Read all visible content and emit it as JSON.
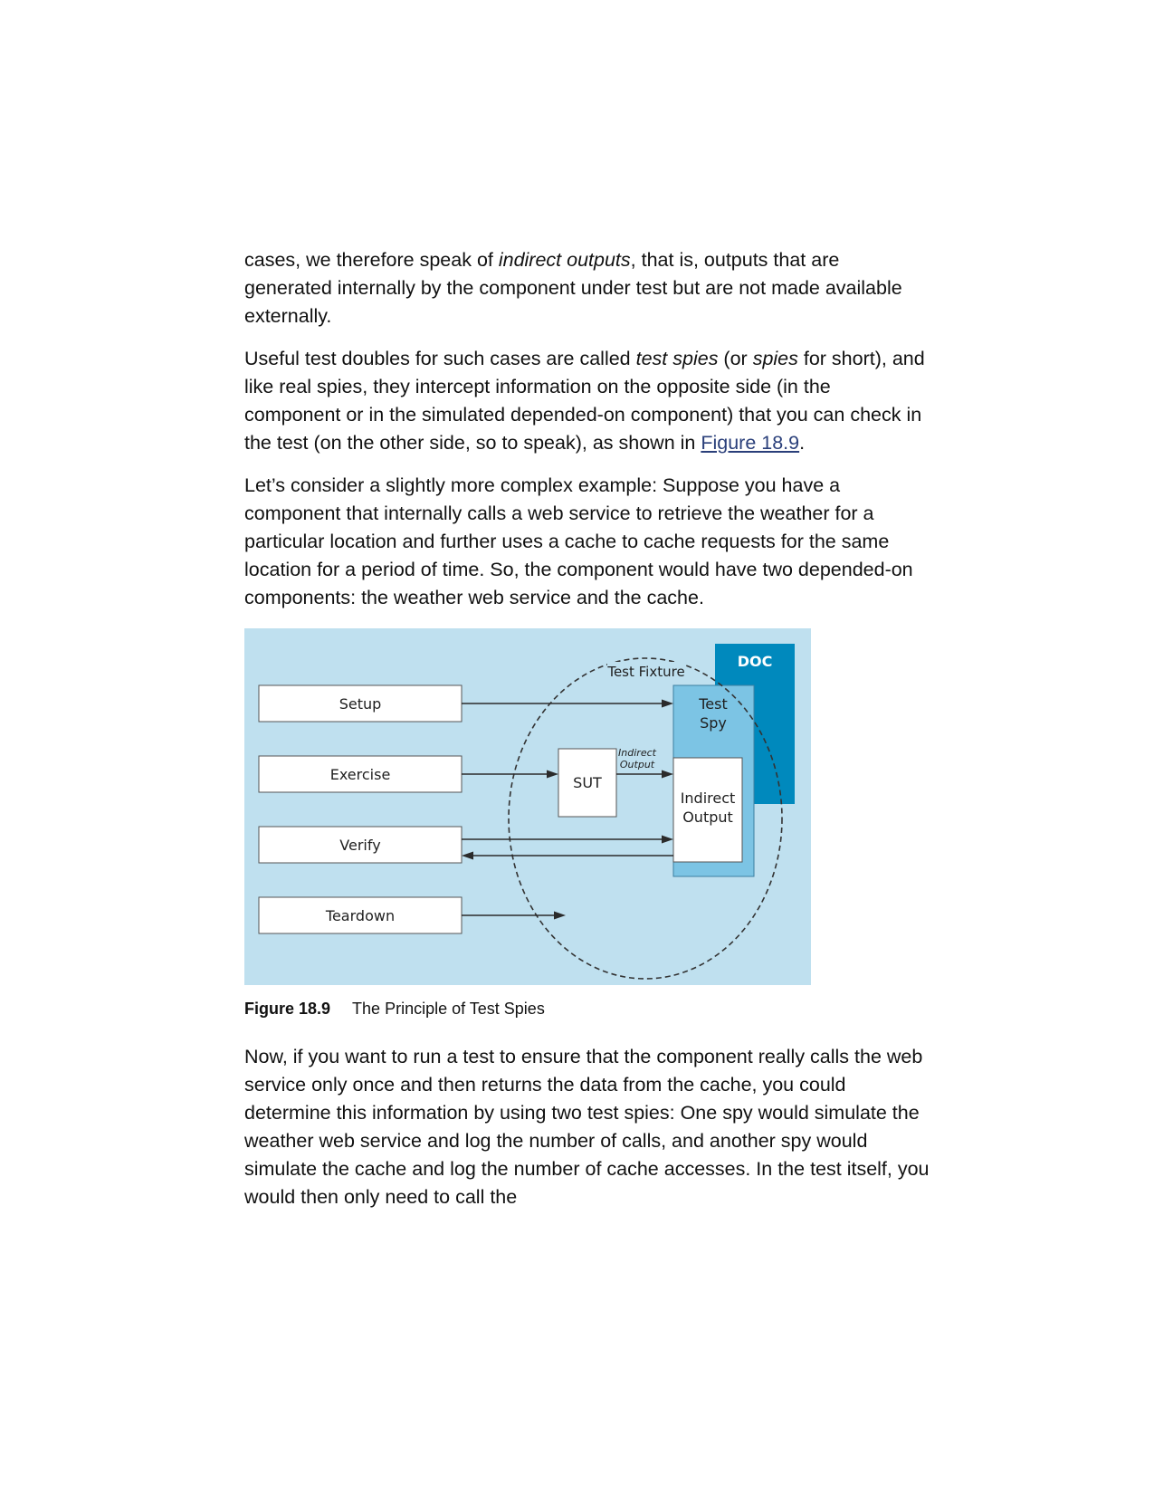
{
  "paragraphs": {
    "p1": {
      "before": "cases, we therefore speak of ",
      "em": "indirect outputs",
      "after": ", that is, outputs that are generated internally by the component under test but are not made available externally."
    },
    "p2": {
      "part1": "Useful test doubles for such cases are called ",
      "em1": "test spies",
      "part2": " (or ",
      "em2": "spies",
      "part3": " for short), and like real spies, they intercept information on the opposite side (in the component or in the simulated depended-on component) that you can check in the test (on the other side, so to speak), as shown in ",
      "link": "Figure 18.9",
      "part4": "."
    },
    "p3": "Let’s consider a slightly more complex example: Suppose you have a component that internally calls a web service to retrieve the weather for a particular location and further uses a cache to cache requests for the same location for a period of time. So, the component would have two depended-on components: the weather web service and the cache.",
    "p4": "Now, if you want to run a test to ensure that the component really calls the web service only once and then returns the data from the cache, you could determine this information by using two test spies: One spy would simulate the weather web service and log the number of calls, and another spy would simulate the cache and log the number of cache accesses. In the test itself, you would then only need to call the"
  },
  "figure": {
    "caption_label": "Figure 18.9",
    "caption_text": "The Principle of Test Spies",
    "diagram": {
      "phases": [
        "Setup",
        "Exercise",
        "Verify",
        "Teardown"
      ],
      "fixture_label": "Test Fixture",
      "doc_label": "DOC",
      "spy_label_line1": "Test",
      "spy_label_line2": "Spy",
      "sut_label": "SUT",
      "indirect_small_line1": "Indirect",
      "indirect_small_line2": "Output",
      "indirect_box_line1": "Indirect",
      "indirect_box_line2": "Output"
    },
    "colors": {
      "background": "#bfe0ef",
      "doc_fill": "#0089bd",
      "spy_fill": "#7cc4e4",
      "box_fill": "#ffffff",
      "line": "#2b2b2b"
    }
  }
}
